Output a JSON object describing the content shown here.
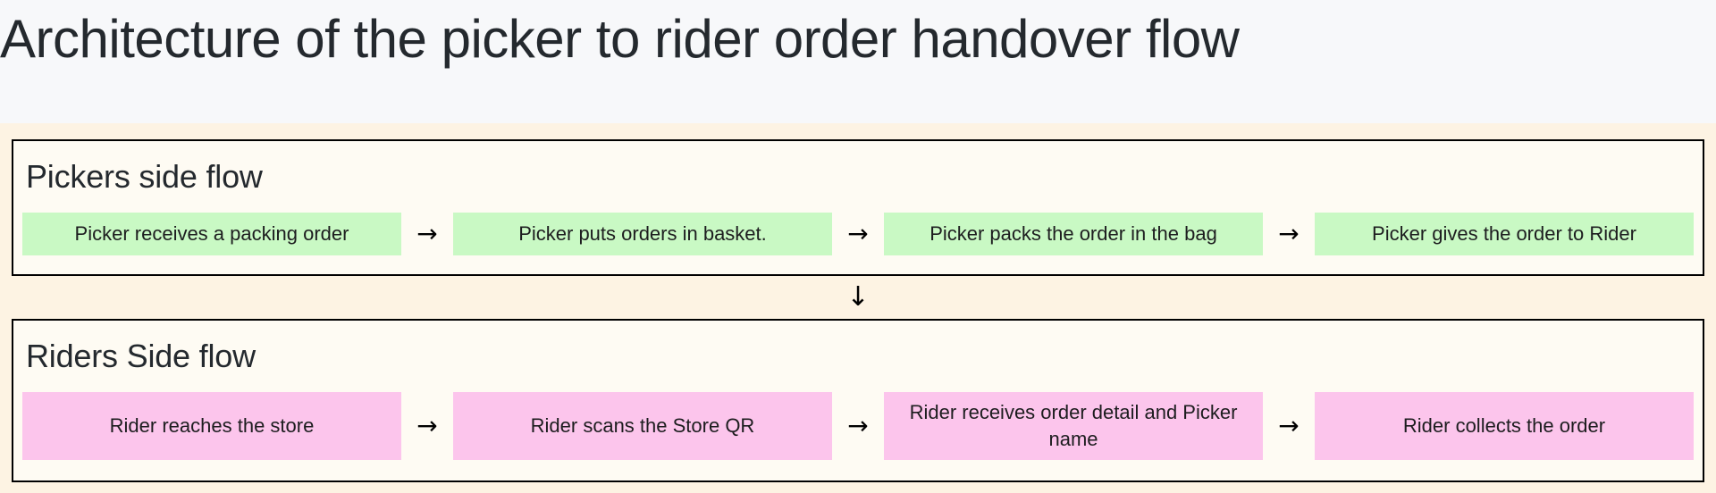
{
  "page": {
    "title": "Architecture of the picker to rider order handover flow",
    "background_color": "#f7f8fa",
    "panel_field_color": "#fdf3e3"
  },
  "sections": [
    {
      "id": "pickers",
      "heading": "Pickers side flow",
      "step_color": "#c9f9c4",
      "steps": [
        {
          "label": "Picker receives a packing order"
        },
        {
          "label": "Picker puts orders in basket."
        },
        {
          "label": "Picker packs the order in  the bag"
        },
        {
          "label": "Picker gives the order to Rider"
        }
      ],
      "arrows": [
        "→",
        "→",
        "→"
      ]
    },
    {
      "id": "riders",
      "heading": "Riders Side flow",
      "step_color": "#fcc5ec",
      "steps": [
        {
          "label": "Rider reaches the store"
        },
        {
          "label": "Rider scans the Store QR"
        },
        {
          "label": "Rider receives order detail and Picker name"
        },
        {
          "label": "Rider collects the order"
        }
      ],
      "arrows": [
        "→",
        "→",
        "→"
      ]
    }
  ],
  "connector": {
    "arrow": "↓"
  }
}
